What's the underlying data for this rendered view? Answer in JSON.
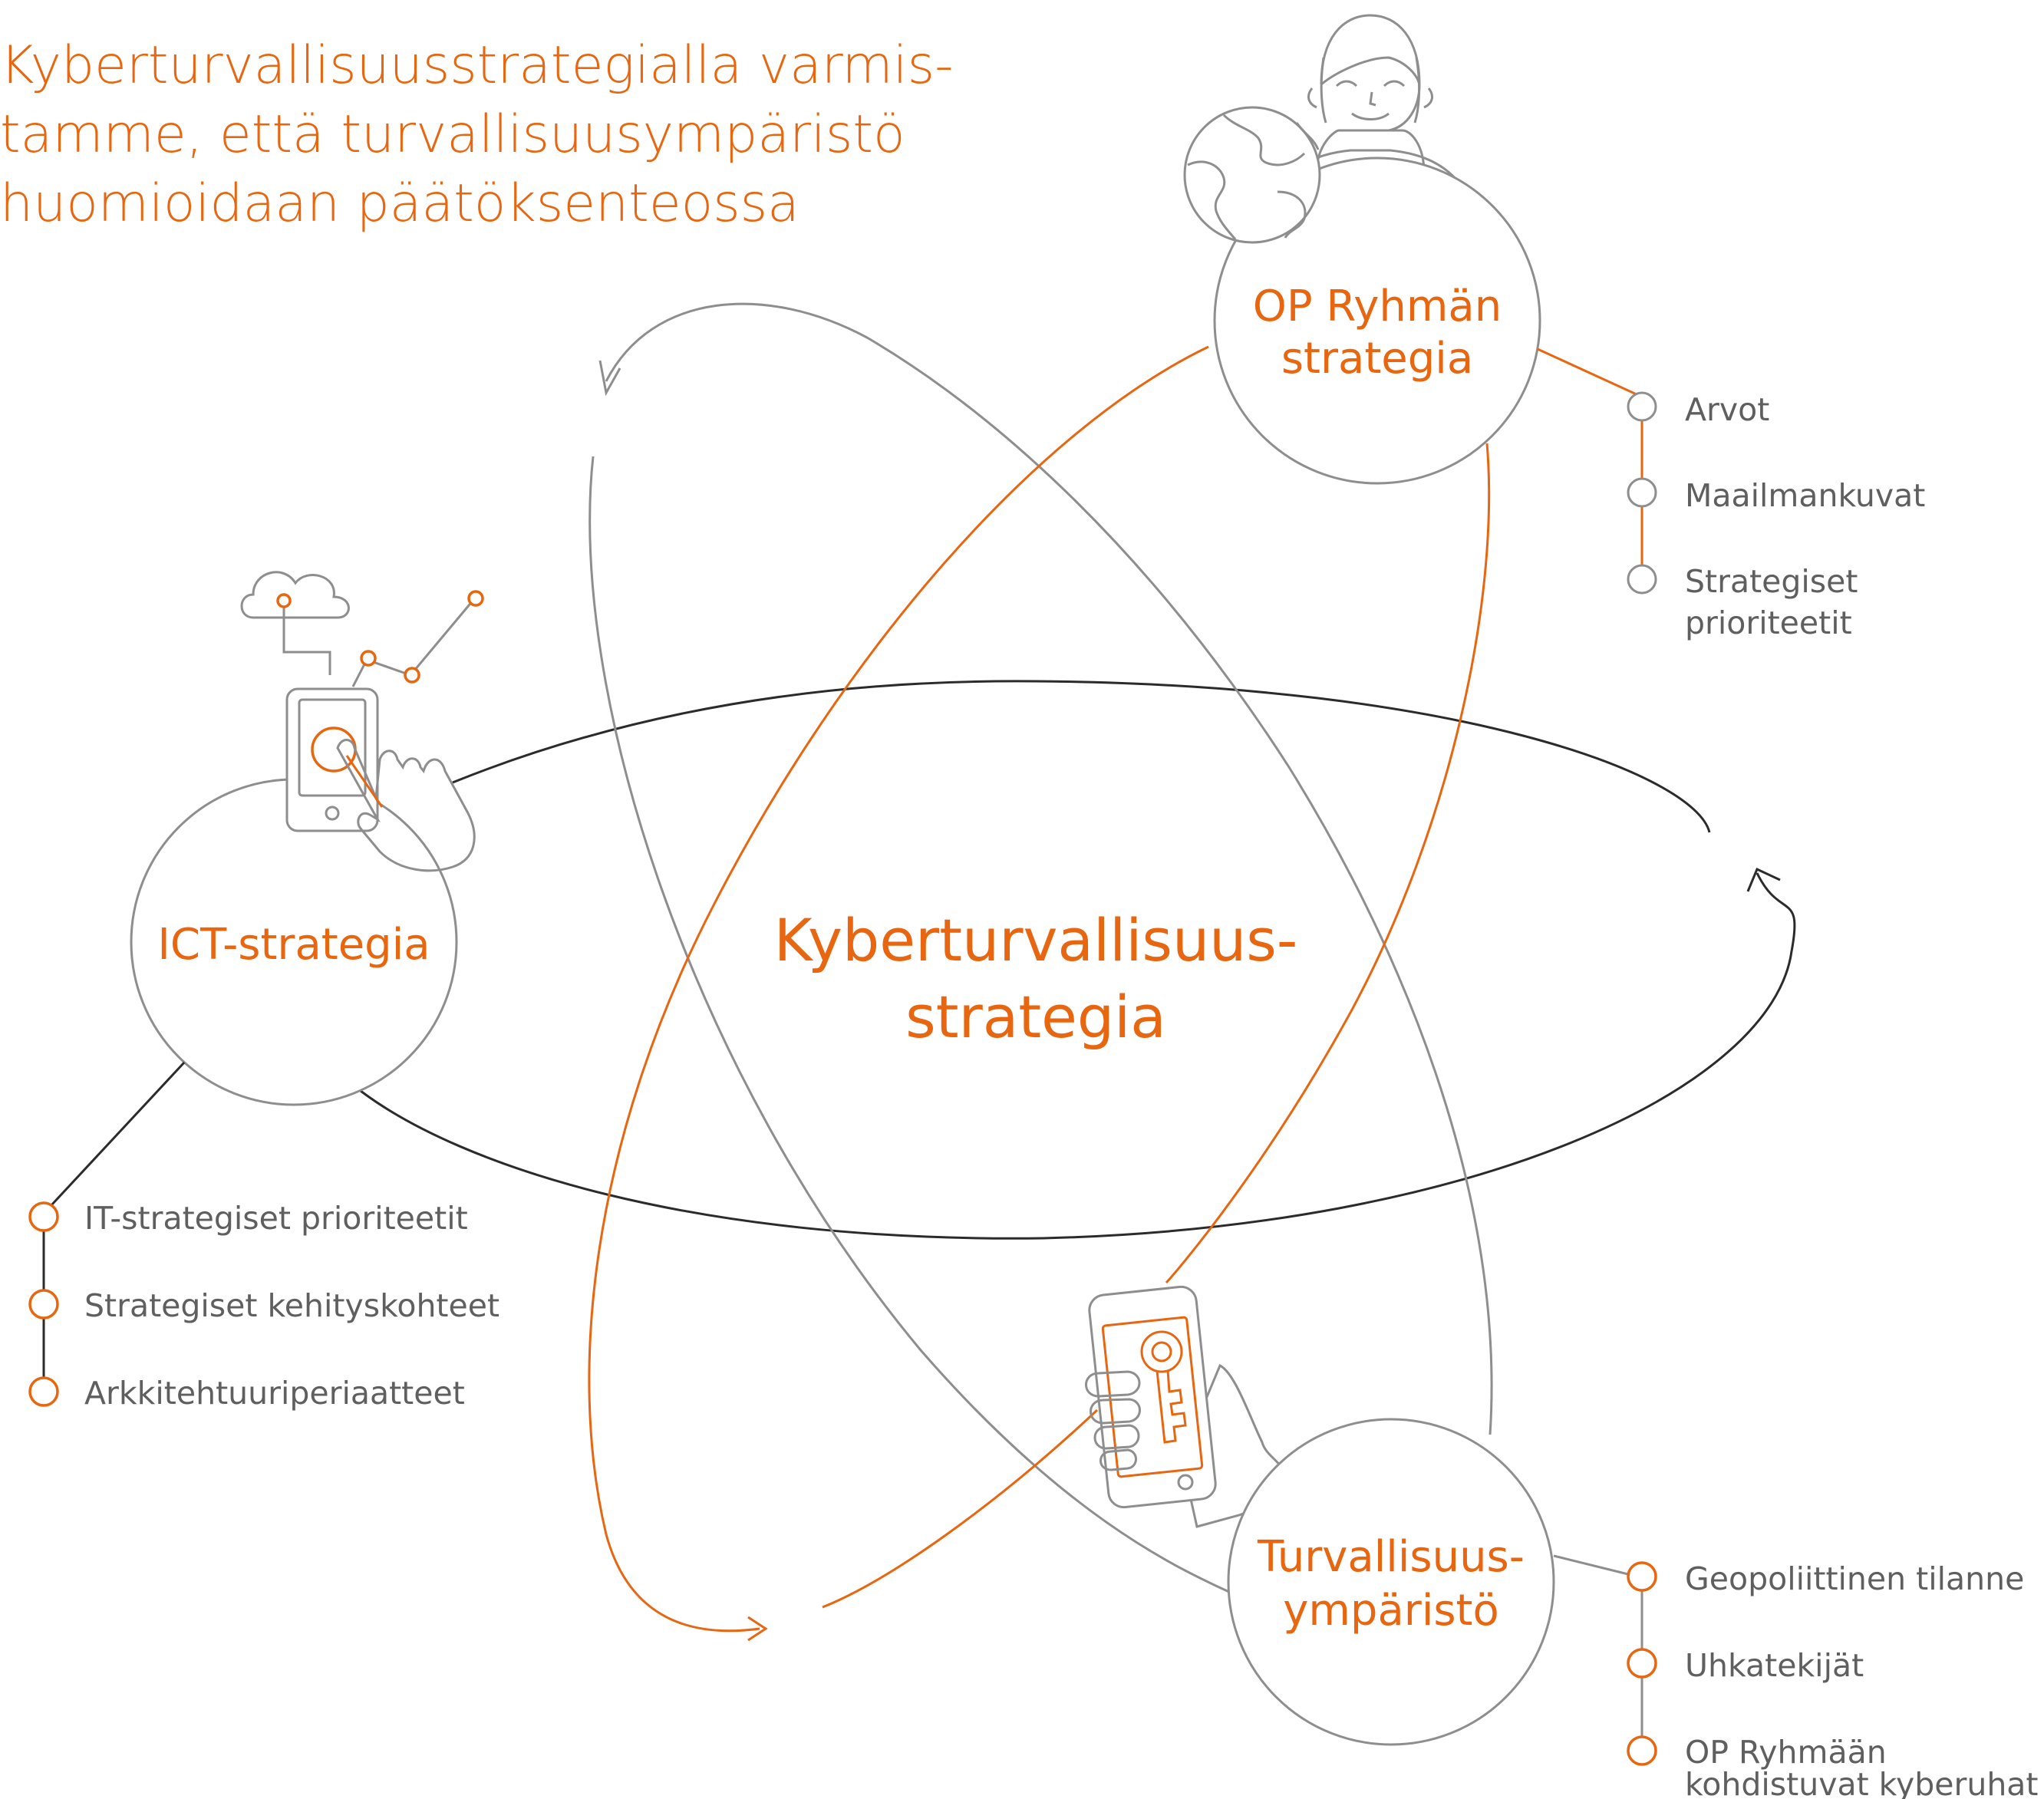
{
  "title": {
    "line1": "Kyberturvallisuusstrategialla varmis-",
    "line2": "tamme, että turvallisuusympäristö",
    "line3": "huomioidaan päätöksenteossa"
  },
  "center": {
    "line1": "Kyberturvallisuus-",
    "line2": "strategia"
  },
  "nodes": {
    "op": {
      "line1": "OP Ryhmän",
      "line2": "strategia"
    },
    "ict": {
      "line1": "ICT-strategia"
    },
    "security": {
      "line1": "Turvallisuus-",
      "line2": "ympäristö"
    }
  },
  "lists": {
    "op": {
      "items": [
        {
          "line1": "Arvot"
        },
        {
          "line1": "Maailmankuvat"
        },
        {
          "line1": "Strategiset",
          "line2": "prioriteetit"
        }
      ]
    },
    "ict": {
      "items": [
        {
          "line1": "IT-strategiset prioriteetit"
        },
        {
          "line1": "Strategiset kehityskohteet"
        },
        {
          "line1": "Arkkitehtuuriperiaatteet"
        }
      ]
    },
    "security": {
      "items": [
        {
          "line1": "Geopoliittinen tilanne"
        },
        {
          "line1": "Uhkatekijät"
        },
        {
          "line1": "OP Ryhmään",
          "line2": "kohdistuvat kyberuhat"
        }
      ]
    }
  },
  "icons": [
    "person-icon",
    "globe-icon",
    "cloud-icon",
    "network-icon",
    "tablet-touch-icon",
    "phone-key-icon"
  ],
  "colors": {
    "accent": "#e8660f",
    "line_gray": "#8e8e8e",
    "line_dark": "#2b2b2b",
    "text_gray": "#5f5f5f"
  }
}
